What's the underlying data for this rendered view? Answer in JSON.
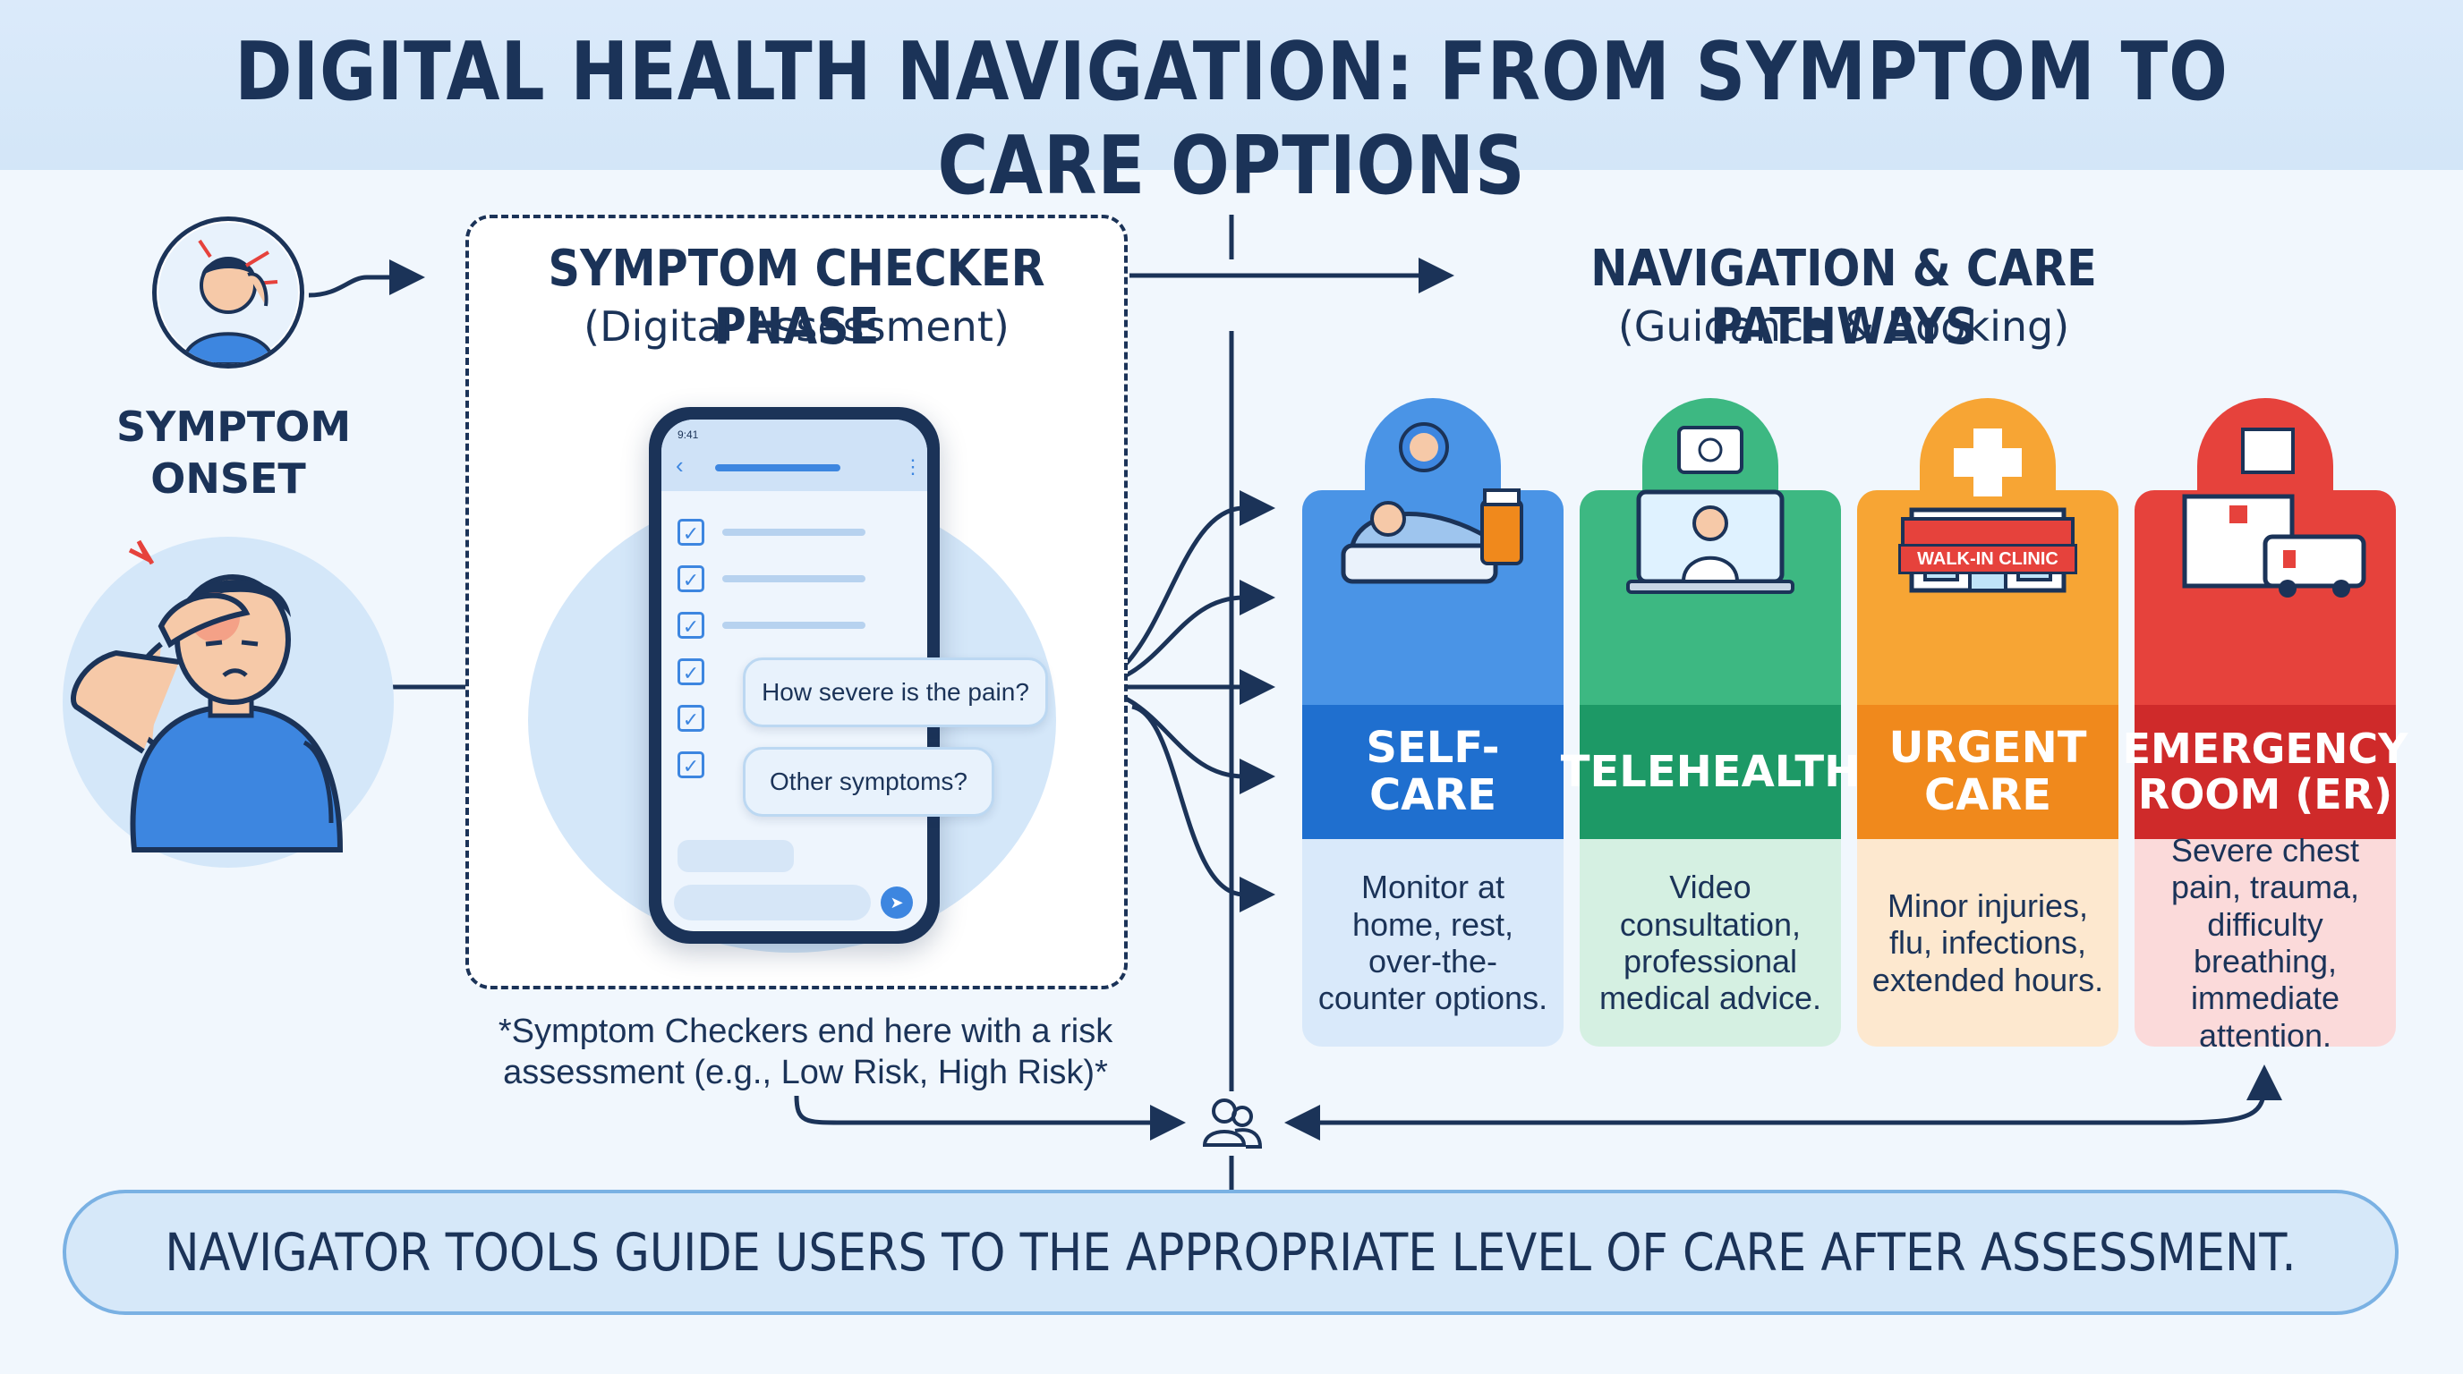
{
  "title": "DIGITAL HEALTH NAVIGATION: FROM SYMPTOM TO CARE OPTIONS",
  "onset": {
    "label_line1": "SYMPTOM",
    "label_line2": "ONSET"
  },
  "checker": {
    "heading": "SYMPTOM CHECKER PHASE",
    "subheading": "(Digital Assessment)",
    "phone": {
      "time": "9:41",
      "bubble1": "How severe is the pain?",
      "bubble2": "Other symptoms?"
    },
    "note_line1": "*Symptom Checkers end here with a risk",
    "note_line2": "assessment (e.g., Low Risk, High Risk)*"
  },
  "navigation": {
    "heading": "NAVIGATION & CARE PATHWAYS",
    "subheading": "(Guidance & Booking)"
  },
  "cards": [
    {
      "label": "SELF-CARE",
      "desc": "Monitor at home, rest, over-the-counter options.",
      "top_color": "#4a94e6",
      "label_color": "#1f6fcf",
      "desc_color": "#d9e9fa",
      "icon": "sick-in-bed-icon"
    },
    {
      "label": "TELEHEALTH",
      "desc": "Video consultation, professional medical advice.",
      "top_color": "#3db882",
      "label_color": "#1d9966",
      "desc_color": "#d5f0e2",
      "icon": "video-doctor-icon"
    },
    {
      "label": "URGENT CARE",
      "desc": "Minor injuries, flu, infections, extended hours.",
      "top_color": "#f7a534",
      "label_color": "#f0891c",
      "desc_color": "#fde8cf",
      "icon": "walk-in-clinic-icon",
      "sign": "WALK-IN CLINIC"
    },
    {
      "label": "EMERGENCY ROOM (ER)",
      "desc": "Severe chest pain, trauma, difficulty breathing, immediate attention.",
      "top_color": "#e6423c",
      "label_color": "#cf2a2a",
      "desc_color": "#fbdada",
      "icon": "hospital-ambulance-icon"
    }
  ],
  "banner": "NAVIGATOR TOOLS GUIDE USERS TO THE APPROPRIATE LEVEL OF CARE AFTER ASSESSMENT.",
  "colors": {
    "navy": "#1b3358",
    "light_blue": "#d6e8f9"
  }
}
